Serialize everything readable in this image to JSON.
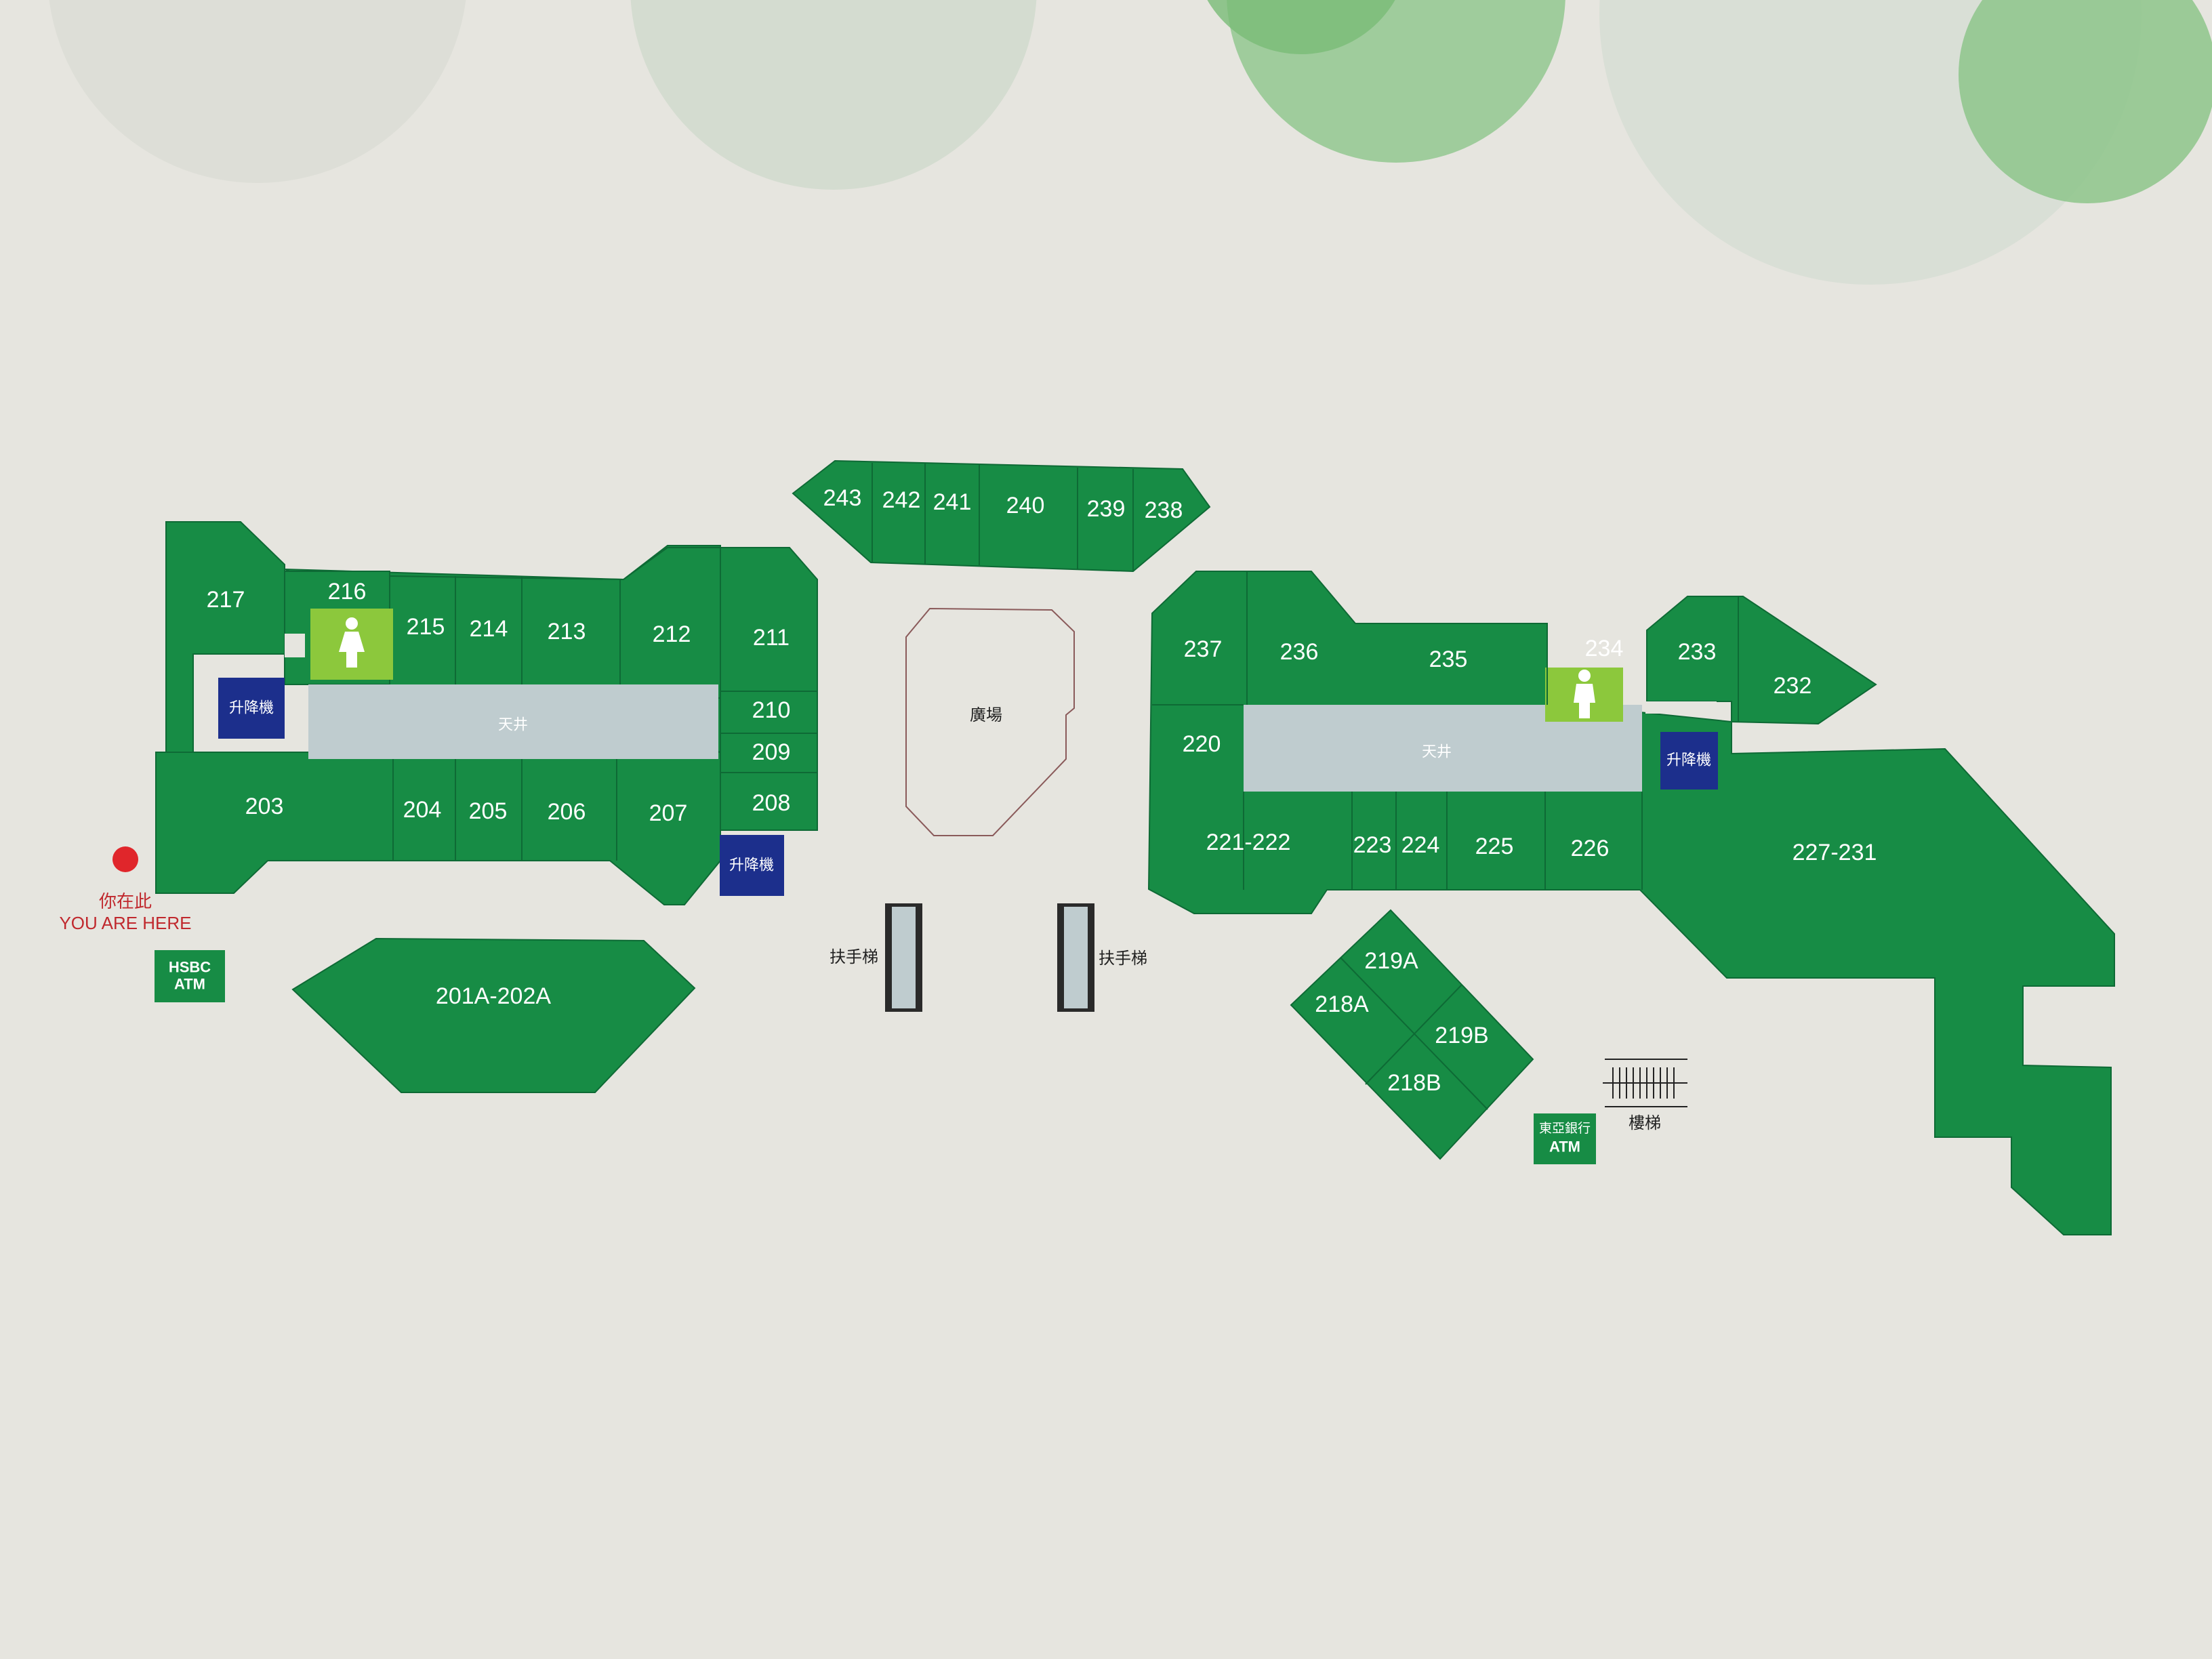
{
  "colors": {
    "background": "#e6e5df",
    "unit_green": "#178c45",
    "restroom_green": "#8cc83c",
    "atrium_grey": "#bfcccf",
    "lift_blue": "#1c2f8c",
    "here_red": "#e0262b",
    "here_text_red": "#c0282d"
  },
  "units": {
    "u201A202A": "201A-202A",
    "u203": "203",
    "u204": "204",
    "u205": "205",
    "u206": "206",
    "u207": "207",
    "u208": "208",
    "u209": "209",
    "u210": "210",
    "u211": "211",
    "u212": "212",
    "u213": "213",
    "u214": "214",
    "u215": "215",
    "u216": "216",
    "u217": "217",
    "u218A": "218A",
    "u218B": "218B",
    "u219A": "219A",
    "u219B": "219B",
    "u220": "220",
    "u221222": "221-222",
    "u223": "223",
    "u224": "224",
    "u225": "225",
    "u226": "226",
    "u227231": "227-231",
    "u232": "232",
    "u233": "233",
    "u234": "234",
    "u235": "235",
    "u236": "236",
    "u237": "237",
    "u238": "238",
    "u239": "239",
    "u240": "240",
    "u241": "241",
    "u242": "242",
    "u243": "243"
  },
  "facilities": {
    "lift": "升降機",
    "atrium": "天井",
    "plaza": "廣場",
    "escalator": "扶手梯",
    "stairs": "樓梯",
    "hsbc_atm_line1": "HSBC",
    "hsbc_atm_line2": "ATM",
    "bea_atm_line1": "東亞銀行",
    "bea_atm_line2": "ATM",
    "restroom_female_icon": "female-restroom-icon",
    "restroom_male_icon": "male-restroom-icon"
  },
  "you_are_here": {
    "zh": "你在此",
    "en": "YOU ARE HERE"
  }
}
